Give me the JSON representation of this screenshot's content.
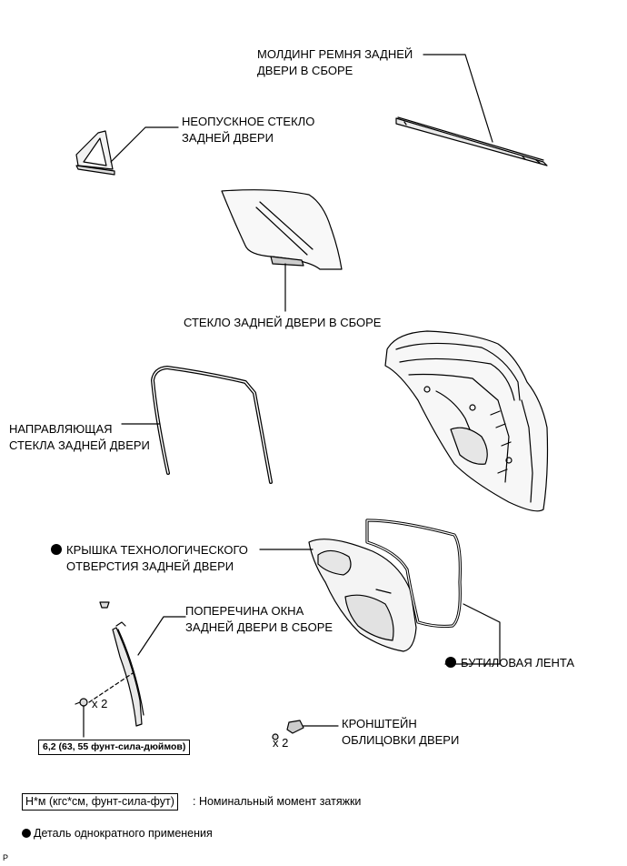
{
  "labels": {
    "belt_molding": [
      "МОЛДИНГ РЕМНЯ ЗАДНЕЙ",
      "ДВЕРИ В СБОРЕ"
    ],
    "quarter_glass": [
      "НЕОПУСКНОЕ СТЕКЛО",
      "ЗАДНЕЙ ДВЕРИ"
    ],
    "door_glass": "СТЕКЛО ЗАДНЕЙ ДВЕРИ В СБОРЕ",
    "glass_run": [
      "НАПРАВЛЯЮЩАЯ",
      "СТЕКЛА ЗАДНЕЙ ДВЕРИ"
    ],
    "service_hole_cover": [
      "КРЫШКА ТЕХНОЛОГИЧЕСКОГО",
      "ОТВЕРСТИЯ ЗАДНЕЙ ДВЕРИ"
    ],
    "division_bar": [
      "ПОПЕРЕЧИНА ОКНА",
      "ЗАДНЕЙ ДВЕРИ В СБОРЕ"
    ],
    "butyl_tape": "БУТИЛОВАЯ ЛЕНТА",
    "trim_bracket": [
      "КРОНШТЕЙН",
      "ОБЛИЦОВКИ ДВЕРИ"
    ]
  },
  "quantities": {
    "division_bar_screws": "x 2",
    "bracket_screws": "x 2"
  },
  "torque": "6,2 (63, 55 фунт-сила-дюймов)",
  "legend": {
    "torque_unit_box": "Н*м (кгс*см, фунт-сила-фут)",
    "torque_desc": ": Номинальный момент затяжки",
    "non_reusable": "Деталь однократного применения"
  },
  "corner_mark": "P",
  "colors": {
    "line": "#000000",
    "background": "#ffffff",
    "part_fill": "#f2f2f2"
  }
}
